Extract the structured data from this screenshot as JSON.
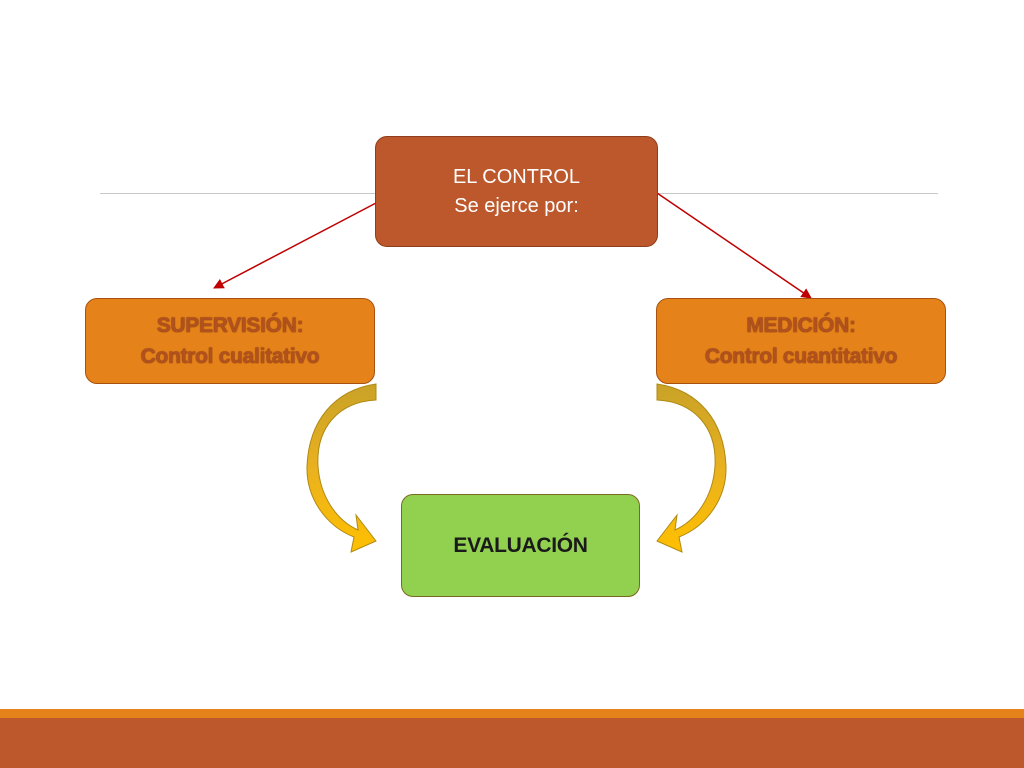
{
  "diagram": {
    "root": {
      "line1": "EL CONTROL",
      "line2": "Se ejerce por:"
    },
    "left": {
      "line1": "SUPERVISIÓN:",
      "line2": "Control cualitativo"
    },
    "right": {
      "line1": "MEDICIÓN:",
      "line2": "Control cuantitativo"
    },
    "bottom": {
      "label": "EVALUACIÓN"
    }
  },
  "colors": {
    "root_fill": "#bc582c",
    "side_fill": "#e5821a",
    "bottom_fill": "#92d050",
    "arrow_line": "#c00000",
    "curved_arrow": "#f2c12e",
    "footer_band": "#bc582c",
    "footer_stripe": "#e5821a"
  }
}
